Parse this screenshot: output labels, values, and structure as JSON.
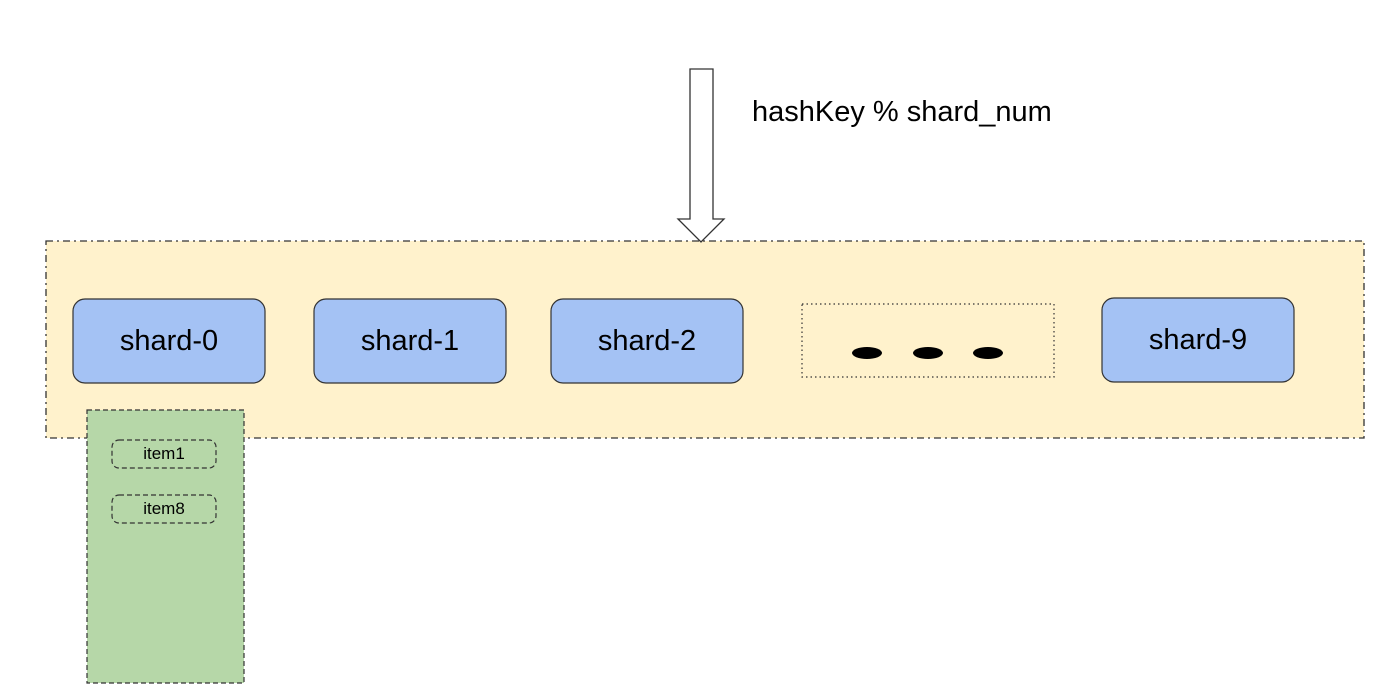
{
  "formula": "hashKey % shard_num",
  "shards": [
    {
      "label": "shard-0"
    },
    {
      "label": "shard-1"
    },
    {
      "label": "shard-2"
    },
    {
      "label": "shard-9"
    }
  ],
  "items": [
    {
      "label": "item1"
    },
    {
      "label": "item8"
    }
  ],
  "colors": {
    "container_fill": "#fff2cc",
    "shard_fill": "#a4c2f4",
    "bucket_fill": "#b6d7a8",
    "outline": "#333333"
  }
}
